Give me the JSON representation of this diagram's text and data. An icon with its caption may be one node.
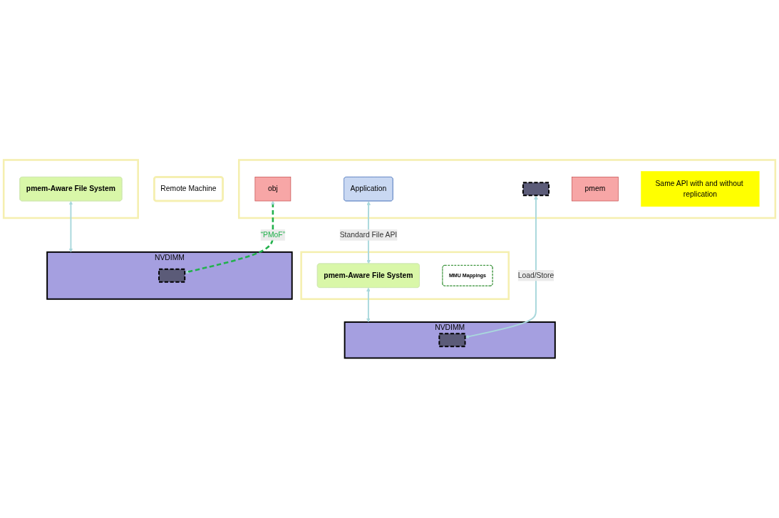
{
  "diagram": {
    "nodes": [
      {
        "text": [],
        "shape": "box"
      },
      {
        "text": [
          "Application"
        ],
        "in": 0
      },
      {
        "text": [],
        "shape": "box",
        "in": 0
      },
      {
        "text": [
          "obj"
        ],
        "in": 0
      },
      {
        "text": [
          "pmem"
        ],
        "in": 0
      },
      {
        "text": [
          "Same API with and without replication"
        ],
        "in": 0
      },
      {
        "text": [
          "Remote Machine"
        ]
      },
      {
        "text": [],
        "shape": "box"
      },
      {
        "text": [
          "pmem-Aware File System"
        ],
        "in": 7
      },
      {
        "text": [
          "MMU Mappings"
        ],
        "in": 7
      },
      {
        "text": [],
        "shape": "box"
      },
      {
        "text": [
          "pmem-Aware File System"
        ],
        "in": 10
      },
      {
        "text": [
          "NVDIMM"
        ]
      },
      {
        "text": [],
        "shape": "box",
        "in": 12
      },
      {
        "text": [
          "NVDIMM"
        ]
      },
      {
        "text": [],
        "shape": "box",
        "in": 14
      }
    ],
    "edges": [
      {
        "from": 1,
        "to": 8,
        "arrow": "both",
        "label": "Standard File API"
      },
      {
        "from": 2,
        "to": 13,
        "arrow": "both",
        "label": "Load/Store"
      },
      {
        "from": 8,
        "to": 12,
        "arrow": "both"
      },
      {
        "from": 11,
        "to": 14,
        "arrow": "both"
      },
      {
        "from": 3,
        "to": 15,
        "arrow": "both",
        "style": "dashed",
        "color": "#22b14c",
        "label": "“PMoF”"
      }
    ]
  }
}
